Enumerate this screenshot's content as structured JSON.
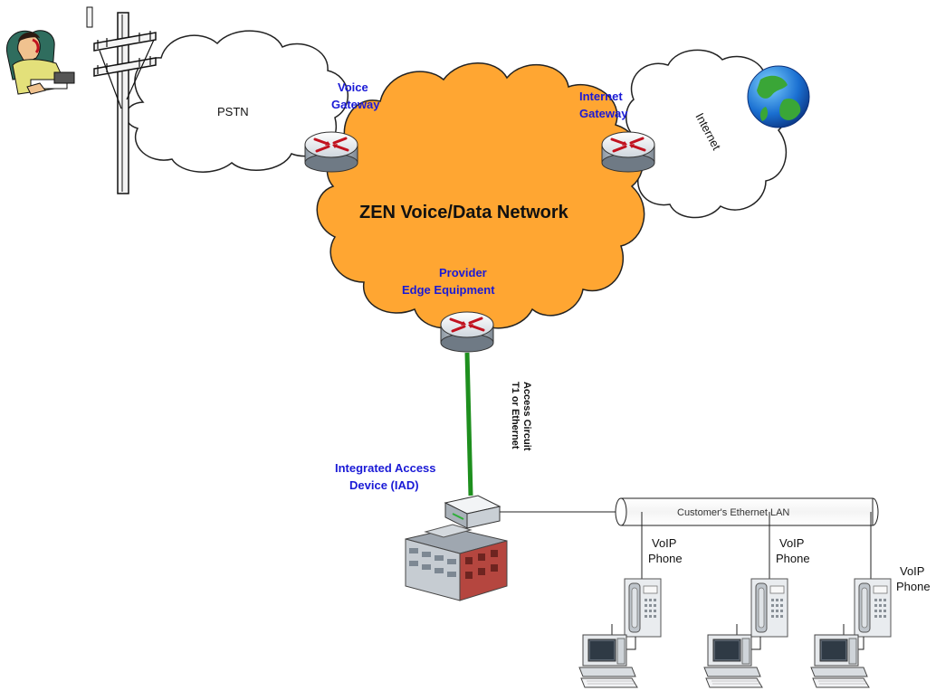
{
  "labels": {
    "pstn": "PSTN",
    "internet": "Internet",
    "core_network": "ZEN Voice/Data Network",
    "voice_gateway": [
      "Voice",
      "Gateway"
    ],
    "internet_gateway": [
      "Internet",
      "Gateway"
    ],
    "provider_edge": [
      "Provider",
      "Edge Equipment"
    ],
    "access_circuit": [
      "T1 or Ethernet",
      "Access Circuit"
    ],
    "iad": [
      "Integrated Access",
      "Device (IAD)"
    ],
    "lan": "Customer's Ethernet LAN",
    "phones": [
      [
        "VoIP",
        "Phone"
      ],
      [
        "VoIP",
        "Phone"
      ],
      [
        "VoIP",
        "Phone"
      ]
    ]
  },
  "colors": {
    "core_cloud": "#FFA632",
    "access_link": "#1E8F1E",
    "label_blue": "#1A1AD6"
  },
  "icons": [
    "person-on-phone-icon",
    "telephone-pole-icon",
    "globe-icon",
    "router-icon",
    "iad-device-icon",
    "office-building-icon",
    "ip-phone-icon",
    "computer-workstation-icon"
  ]
}
